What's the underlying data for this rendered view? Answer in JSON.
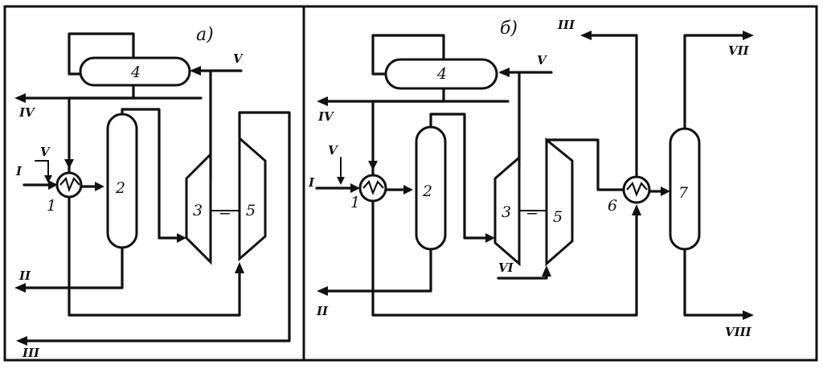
{
  "diagram": {
    "panels": [
      {
        "id": "a",
        "label": "a)",
        "units": [
          {
            "id": "1",
            "label": "1"
          },
          {
            "id": "2",
            "label": "2"
          },
          {
            "id": "3",
            "label": "3"
          },
          {
            "id": "4",
            "label": "4"
          },
          {
            "id": "5",
            "label": "5"
          }
        ],
        "streams": {
          "feed": "I",
          "bottom_product": "II",
          "gas_out": "III",
          "side_out": "IV",
          "quench_top": "V",
          "quench_feed": "V"
        },
        "shaft_mark": "="
      },
      {
        "id": "b",
        "label": "б)",
        "units": [
          {
            "id": "1",
            "label": "1"
          },
          {
            "id": "2",
            "label": "2"
          },
          {
            "id": "3",
            "label": "3"
          },
          {
            "id": "4",
            "label": "4"
          },
          {
            "id": "5",
            "label": "5"
          },
          {
            "id": "6",
            "label": "6"
          },
          {
            "id": "7",
            "label": "7"
          }
        ],
        "streams": {
          "feed": "I",
          "bottom_product": "II",
          "top_out": "III",
          "side_out": "IV",
          "quench_top": "V",
          "quench_feed": "V",
          "air_in": "VI",
          "overhead": "VII",
          "bottoms": "VIII"
        },
        "shaft_mark": "="
      }
    ]
  }
}
